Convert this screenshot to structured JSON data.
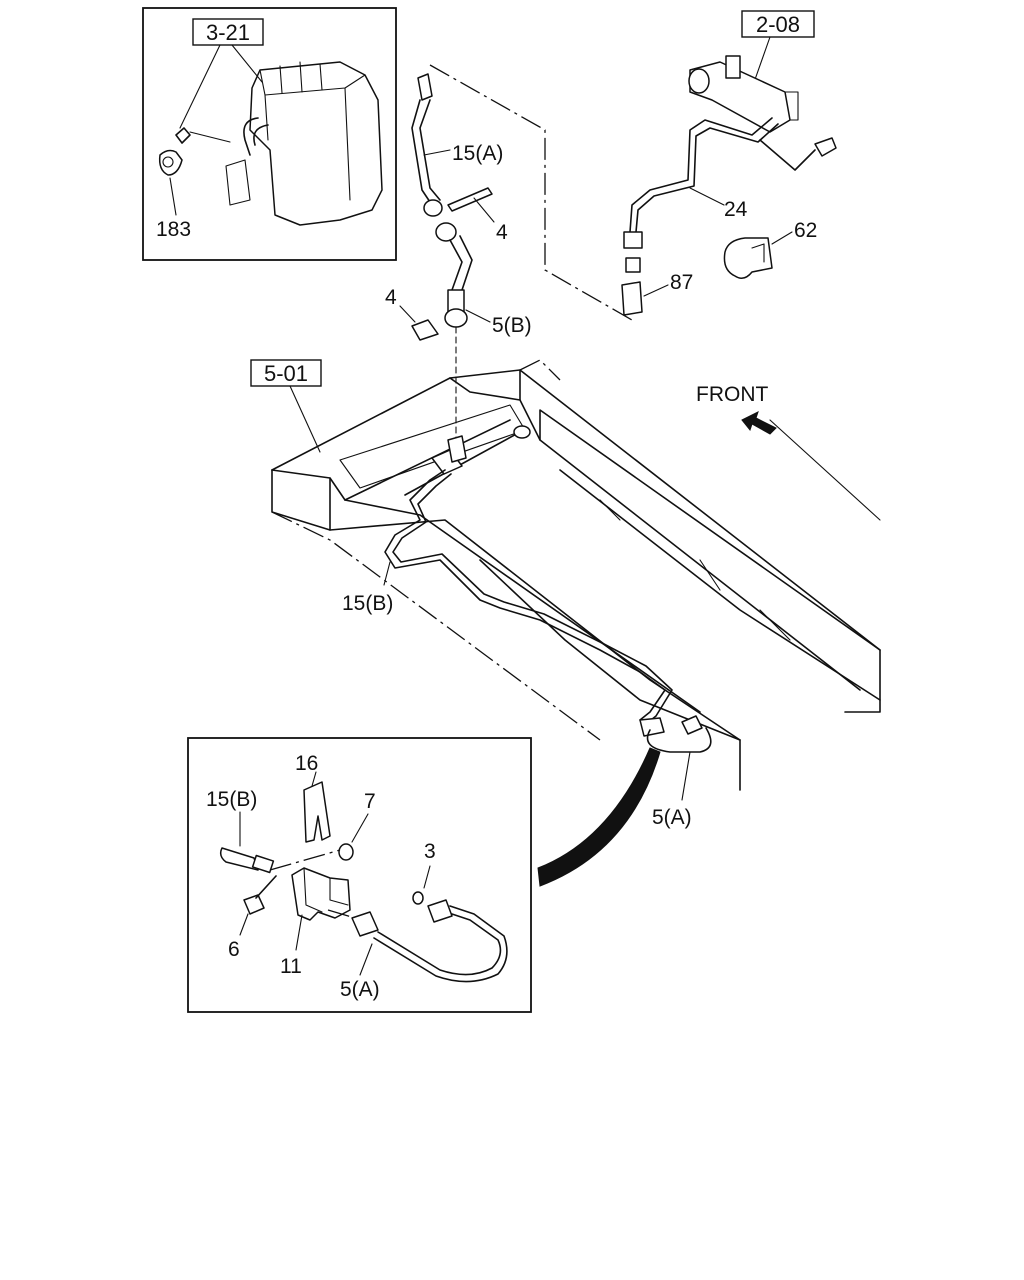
{
  "direction_label": "FRONT",
  "reference_boxes": {
    "ref_3_21": "3-21",
    "ref_2_08": "2-08",
    "ref_5_01": "5-01"
  },
  "callouts": {
    "c183": "183",
    "c15a": "15(A)",
    "c4_upper": "4",
    "c4_lower": "4",
    "c5b": "5(B)",
    "c24": "24",
    "c62": "62",
    "c87": "87",
    "c15b_main": "15(B)",
    "c5a_main": "5(A)",
    "c16": "16",
    "c15b_inset": "15(B)",
    "c7": "7",
    "c3": "3",
    "c6": "6",
    "c11": "11",
    "c5a_inset": "5(A)"
  }
}
